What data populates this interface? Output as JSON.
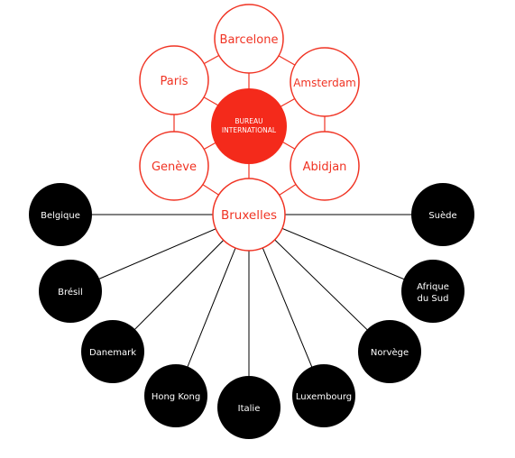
{
  "colors": {
    "accent": "#f03323",
    "center_fill": "#f42a1b",
    "node_fill": "#ffffff",
    "country_fill": "#000000",
    "line": "#000000",
    "country_text": "#ffffff",
    "center_text": "#ffffff"
  },
  "center": {
    "line1": "BUREAU",
    "line2": "INTERNATIONAL"
  },
  "offices": {
    "barcelone": "Barcelone",
    "amsterdam": "Amsterdam",
    "abidjan": "Abidjan",
    "bruxelles": "Bruxelles",
    "geneve": "Genève",
    "paris": "Paris"
  },
  "countries": {
    "belgique": "Belgique",
    "bresil": "Brésil",
    "danemark": "Danemark",
    "hong_kong": "Hong Kong",
    "italie": "Italie",
    "luxembourg": "Luxembourg",
    "norvege": "Norvège",
    "afrique_l1": "Afrique",
    "afrique_l2": "du Sud",
    "suede": "Suède"
  }
}
